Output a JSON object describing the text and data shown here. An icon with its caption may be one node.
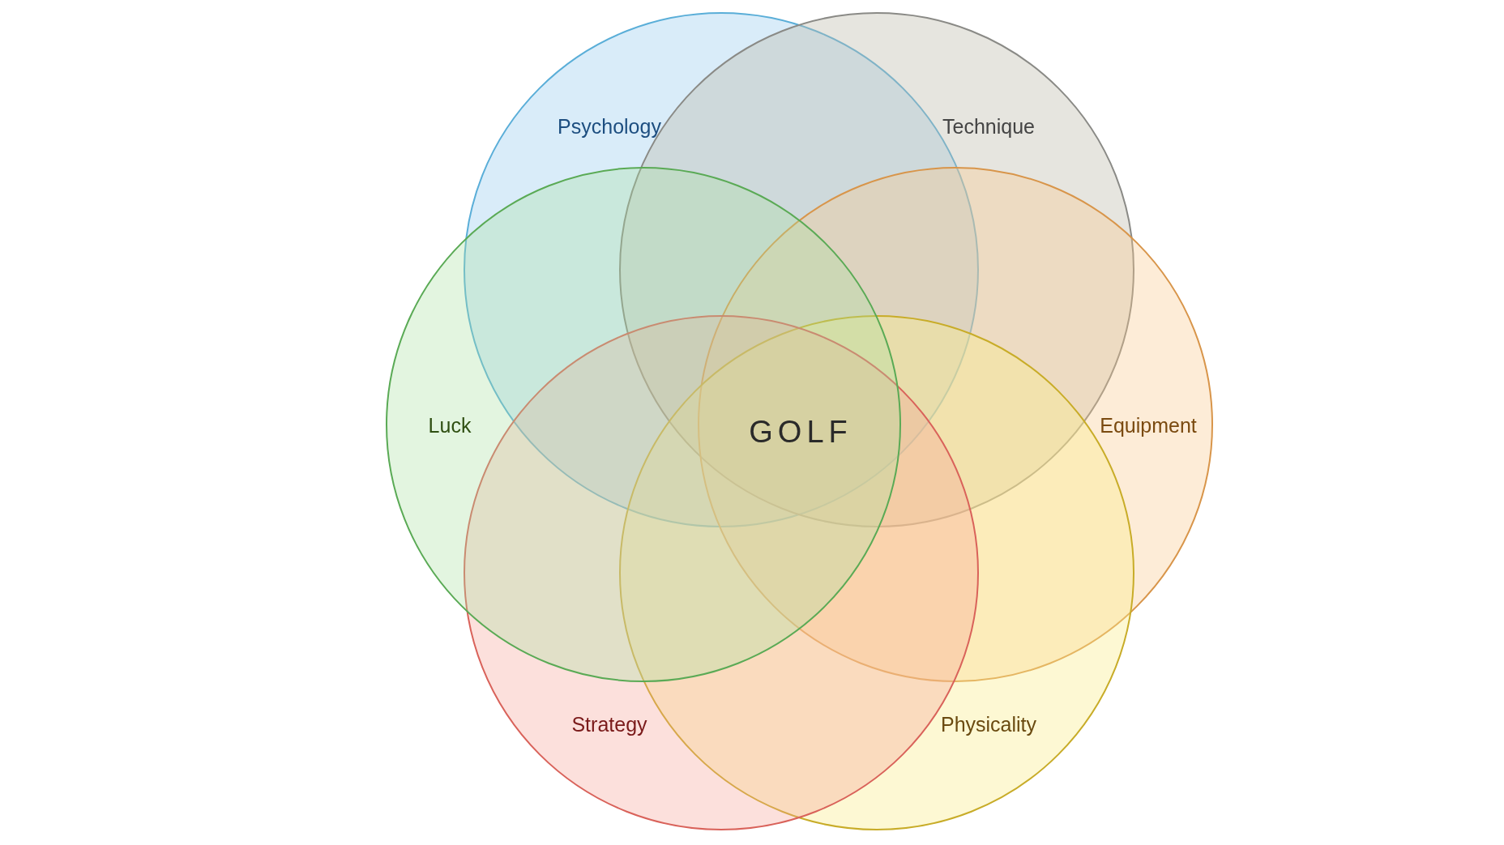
{
  "diagram": {
    "nodes": [
      {
        "text": [
          "Psychology"
        ]
      },
      {
        "text": [
          "Technique"
        ]
      },
      {
        "text": [
          "Luck"
        ]
      },
      {
        "text": [
          "Equipment"
        ]
      },
      {
        "text": [
          "Strategy"
        ]
      },
      {
        "text": [
          "Physicality"
        ]
      }
    ],
    "labels": [
      "GOLF"
    ]
  }
}
